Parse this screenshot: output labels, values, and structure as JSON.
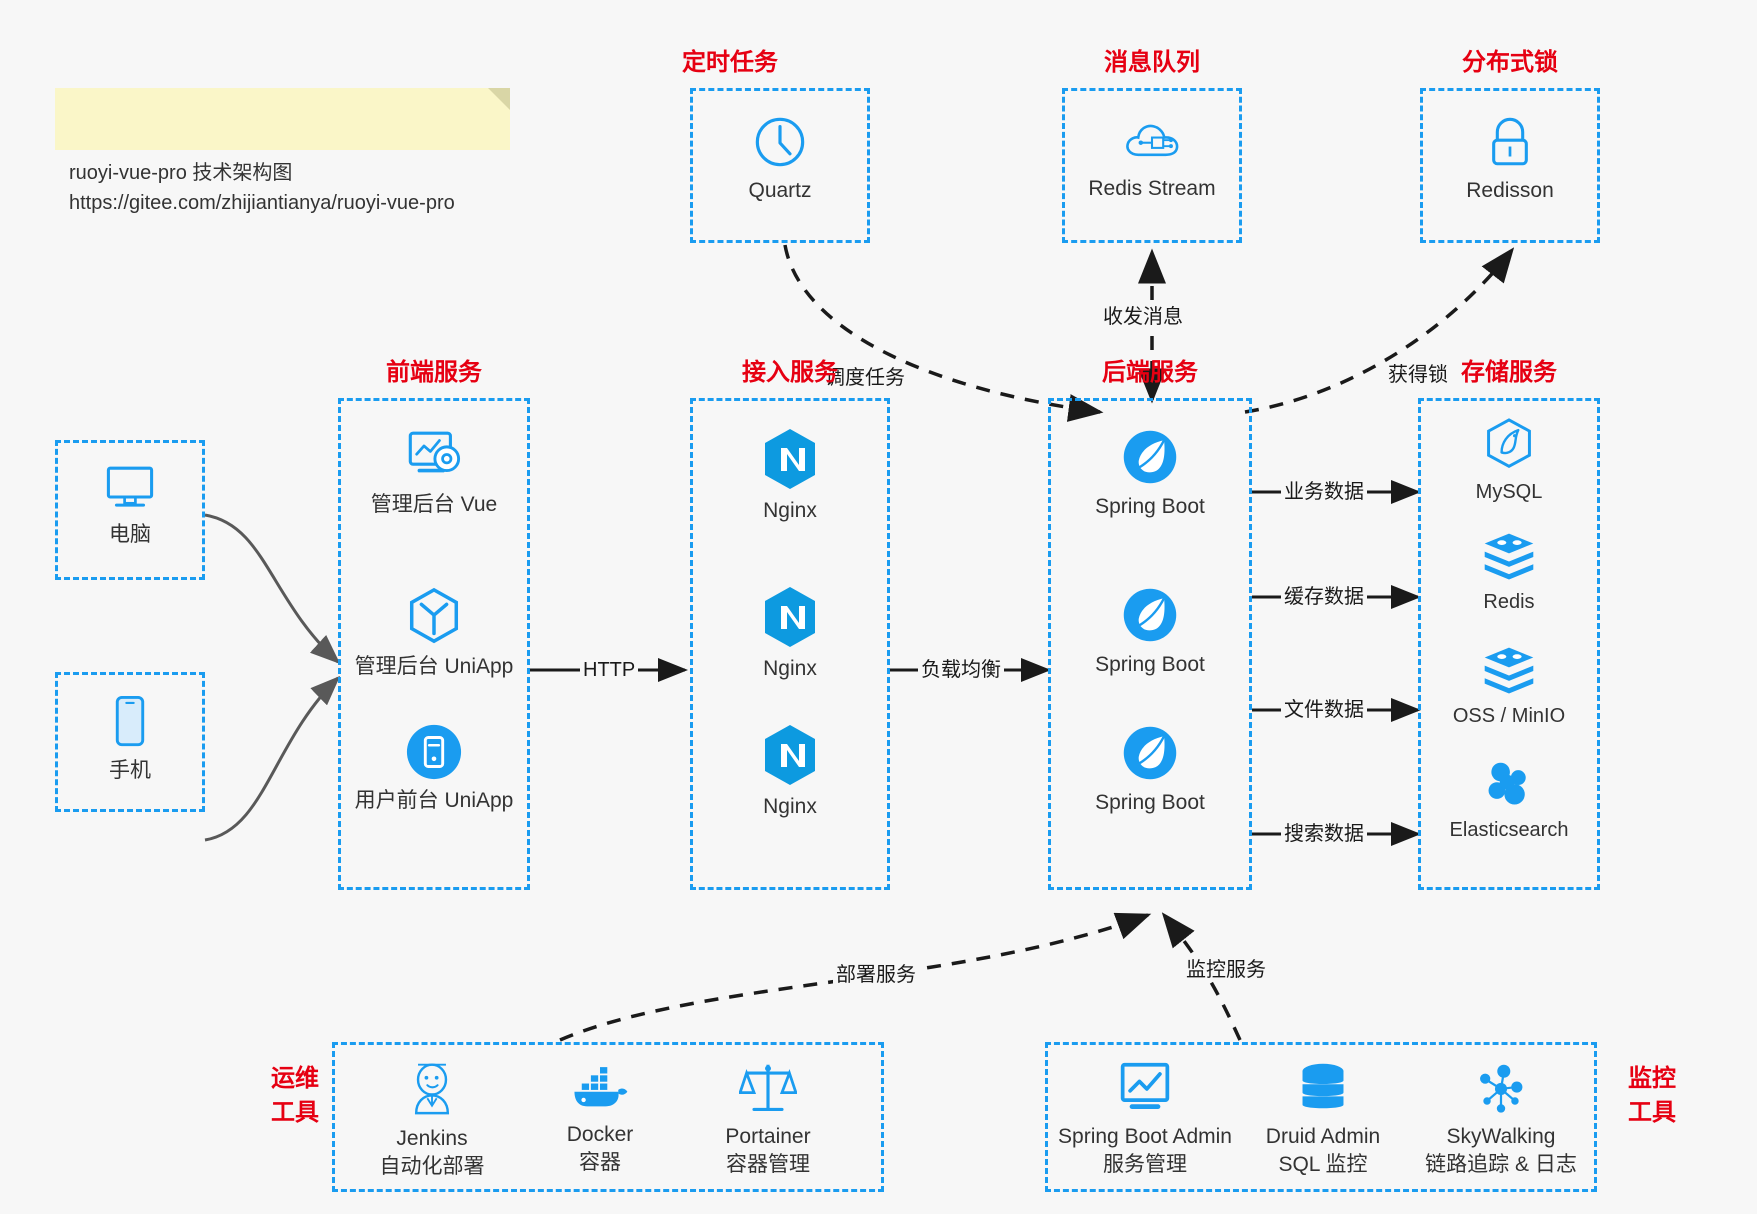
{
  "note": {
    "name": "architecture-note",
    "text": "ruoyi-vue-pro 技术架构图\nhttps://gitee.com/zhijiantianya/ruoyi-vue-pro"
  },
  "colors": {
    "accent_blue": "#1a9cf0",
    "heading_red": "#e60012",
    "background": "#f7f7f7",
    "note_yellow": "#faf6c8",
    "text_dark": "#333333",
    "arrow_dark": "#1a1a1a",
    "arrow_gray": "#595959"
  },
  "groups": {
    "scheduled_task": {
      "title": "定时任务",
      "nodes": [
        {
          "label": "Quartz",
          "icon": "clock-icon"
        }
      ]
    },
    "message_queue": {
      "title": "消息队列",
      "nodes": [
        {
          "label": "Redis Stream",
          "icon": "cloud-network-icon"
        }
      ]
    },
    "distributed_lock": {
      "title": "分布式锁",
      "nodes": [
        {
          "label": "Redisson",
          "icon": "lock-icon"
        }
      ]
    },
    "clients": {
      "nodes": [
        {
          "label": "电脑",
          "icon": "desktop-monitor-icon"
        },
        {
          "label": "手机",
          "icon": "mobile-phone-icon"
        }
      ]
    },
    "frontend": {
      "title": "前端服务",
      "nodes": [
        {
          "label": "管理后台 Vue",
          "icon": "dashboard-gear-icon"
        },
        {
          "label": "管理后台 UniApp",
          "icon": "hexagon-cube-icon"
        },
        {
          "label": "用户前台 UniApp",
          "icon": "app-tile-icon"
        }
      ]
    },
    "gateway": {
      "title": "接入服务",
      "nodes": [
        {
          "label": "Nginx",
          "icon": "nginx-icon"
        },
        {
          "label": "Nginx",
          "icon": "nginx-icon"
        },
        {
          "label": "Nginx",
          "icon": "nginx-icon"
        }
      ]
    },
    "backend": {
      "title": "后端服务",
      "nodes": [
        {
          "label": "Spring Boot",
          "icon": "spring-boot-icon"
        },
        {
          "label": "Spring Boot",
          "icon": "spring-boot-icon"
        },
        {
          "label": "Spring Boot",
          "icon": "spring-boot-icon"
        }
      ]
    },
    "storage": {
      "title": "存储服务",
      "nodes": [
        {
          "label": "MySQL",
          "icon": "mysql-dolphin-icon"
        },
        {
          "label": "Redis",
          "icon": "redis-stack-icon"
        },
        {
          "label": "OSS / MinIO",
          "icon": "redis-stack-icon"
        },
        {
          "label": "Elasticsearch",
          "icon": "elasticsearch-icon"
        }
      ]
    },
    "devops": {
      "title": "运维\n工具",
      "nodes": [
        {
          "label": "Jenkins\n自动化部署",
          "icon": "jenkins-butler-icon"
        },
        {
          "label": "Docker\n容器",
          "icon": "docker-whale-icon"
        },
        {
          "label": "Portainer\n容器管理",
          "icon": "portainer-scale-icon"
        }
      ]
    },
    "monitoring": {
      "title": "监控\n工具",
      "nodes": [
        {
          "label": "Spring Boot Admin\n服务管理",
          "icon": "monitor-chart-icon"
        },
        {
          "label": "Druid Admin\nSQL 监控",
          "icon": "database-cylinder-icon"
        },
        {
          "label": "SkyWalking\n链路追踪 & 日志",
          "icon": "skywalking-node-icon"
        }
      ]
    }
  },
  "edges": [
    {
      "label": "HTTP",
      "from": "frontend",
      "to": "gateway",
      "style": "solid"
    },
    {
      "label": "负载均衡",
      "from": "gateway",
      "to": "backend",
      "style": "solid"
    },
    {
      "label": "调度任务",
      "from": "scheduled_task",
      "to": "backend",
      "style": "dashed"
    },
    {
      "label": "收发消息",
      "from": "backend",
      "to": "message_queue",
      "style": "dashed-bidirectional"
    },
    {
      "label": "获得锁",
      "from": "backend",
      "to": "distributed_lock",
      "style": "dashed"
    },
    {
      "label": "业务数据",
      "from": "backend",
      "to": "storage",
      "style": "solid"
    },
    {
      "label": "缓存数据",
      "from": "backend",
      "to": "storage",
      "style": "solid"
    },
    {
      "label": "文件数据",
      "from": "backend",
      "to": "storage",
      "style": "solid"
    },
    {
      "label": "搜索数据",
      "from": "backend",
      "to": "storage",
      "style": "solid"
    },
    {
      "label": "部署服务",
      "from": "devops",
      "to": "backend",
      "style": "dashed"
    },
    {
      "label": "监控服务",
      "from": "monitoring",
      "to": "backend",
      "style": "dashed"
    }
  ]
}
